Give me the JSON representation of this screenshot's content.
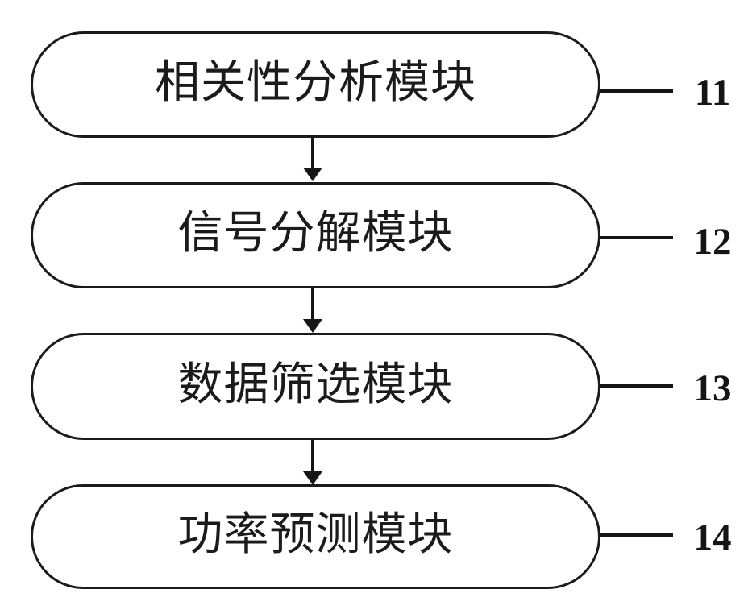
{
  "figure": {
    "type": "flowchart",
    "background_color": "#ffffff",
    "stroke_color": "#1b1b1b",
    "modules": [
      {
        "id": "correlation-analysis-module",
        "label": "相关性分析模块",
        "ref": "11"
      },
      {
        "id": "signal-decomposition-module",
        "label": "信号分解模块",
        "ref": "12"
      },
      {
        "id": "data-filtering-module",
        "label": "数据筛选模块",
        "ref": "13"
      },
      {
        "id": "power-prediction-module",
        "label": "功率预测模块",
        "ref": "14"
      }
    ],
    "flow": [
      "correlation-analysis-module -> signal-decomposition-module",
      "signal-decomposition-module -> data-filtering-module",
      "data-filtering-module -> power-prediction-module"
    ]
  }
}
